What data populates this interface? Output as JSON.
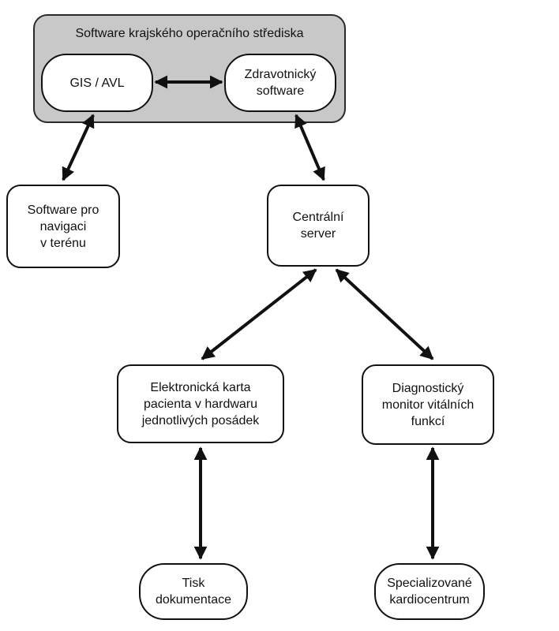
{
  "group": {
    "title": "Software krajského operačního střediska"
  },
  "nodes": {
    "gis": "GIS / AVL",
    "health_software": "Zdravotnický\nsoftware",
    "navigation": "Software pro\nnavigaci\nv terénu",
    "central_server": "Centrální\nserver",
    "patient_card": "Elektronická karta\npacienta v hardwaru\njednotlivých posádek",
    "diagnostic_monitor": "Diagnostický\nmonitor vitálních\nfunkcí",
    "print": "Tisk\ndokumentace",
    "cardiocenter": "Specializované\nkardiocentrum"
  },
  "colors": {
    "group_fill": "#c8c8c8",
    "stroke": "#111111",
    "node_fill": "#ffffff"
  }
}
